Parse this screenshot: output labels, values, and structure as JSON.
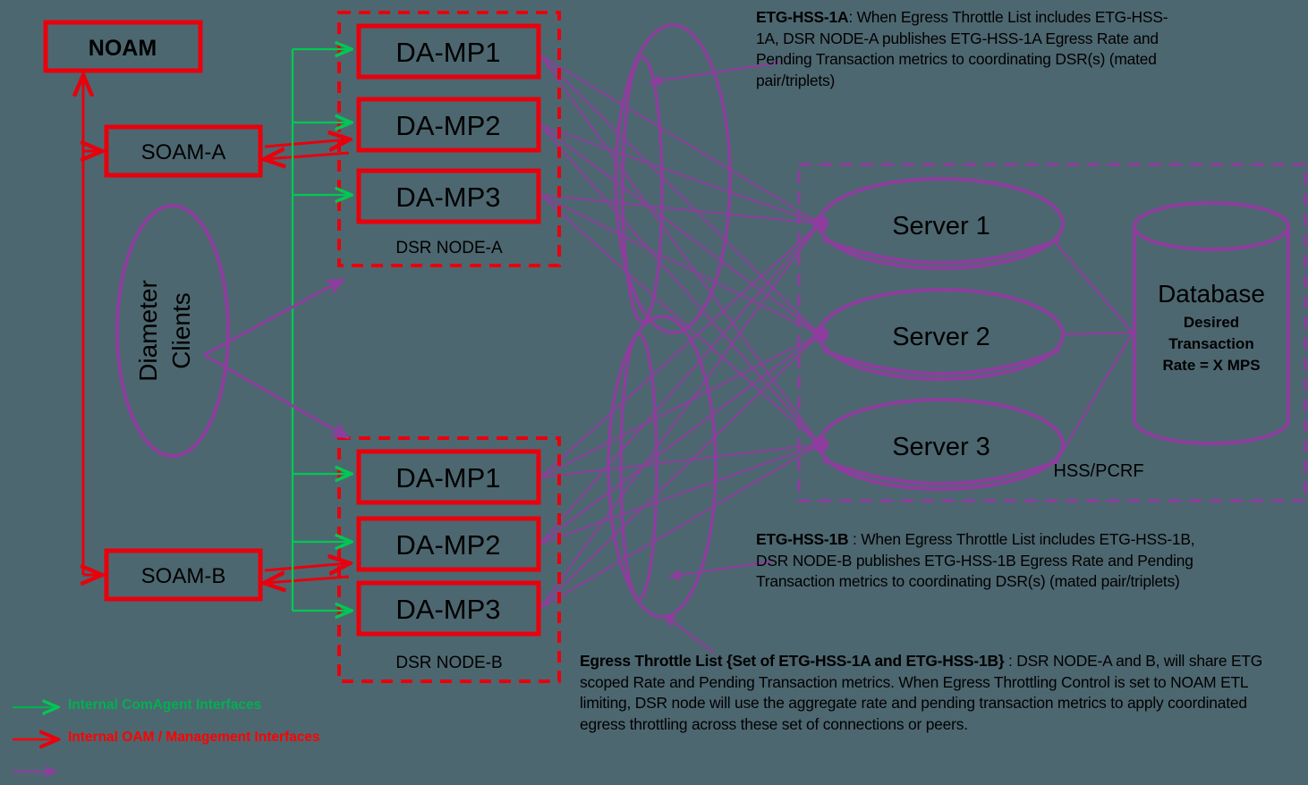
{
  "background_color": "#4d6770",
  "colors": {
    "red": "#e8000d",
    "green": "#00c853",
    "purple": "#8e3d9e",
    "text": "#000000",
    "legend_green": "#00b050",
    "legend_red": "#ff0000"
  },
  "nodes": {
    "noam": "NOAM",
    "soam_a": "SOAM-A",
    "soam_b": "SOAM-B",
    "diameter_clients": "Diameter Clients"
  },
  "dsr_node_a": {
    "label": "DSR NODE-A",
    "mps": [
      "DA-MP1",
      "DA-MP2",
      "DA-MP3"
    ]
  },
  "dsr_node_b": {
    "label": "DSR NODE-B",
    "mps": [
      "DA-MP1",
      "DA-MP2",
      "DA-MP3"
    ]
  },
  "hss_pcrf": {
    "label": "HSS/PCRF",
    "servers": [
      "Server 1",
      "Server 2",
      "Server 3"
    ],
    "database": {
      "title": "Database",
      "line1": "Desired",
      "line2": "Transaction",
      "line3": "Rate = X MPS"
    }
  },
  "notes": {
    "etg_hss_1a": {
      "bold": "ETG-HSS-1A",
      "body": ": When Egress Throttle List includes ETG-HSS-1A, DSR NODE-A publishes ETG-HSS-1A Egress Rate and Pending Transaction metrics to coordinating DSR(s) (mated pair/triplets)"
    },
    "etg_hss_1b": {
      "bold": "ETG-HSS-1B",
      "body": " : When Egress Throttle List includes ETG-HSS-1B, DSR NODE-B publishes ETG-HSS-1B Egress Rate and Pending Transaction metrics to coordinating DSR(s) (mated pair/triplets)"
    },
    "egress_throttle_list": {
      "bold": "Egress Throttle List {Set of ETG-HSS-1A and ETG-HSS-1B}",
      "body": " : DSR NODE-A and B, will share ETG scoped Rate and Pending Transaction metrics. When Egress Throttling Control is set to NOAM ETL limiting, DSR node will use the aggregate rate and pending transaction metrics to apply coordinated egress throttling across these set of connections or peers."
    }
  },
  "legend": [
    {
      "color": "#00b050",
      "label": "Internal ComAgent Interfaces"
    },
    {
      "color": "#ff0000",
      "label": "Internal OAM / Management Interfaces"
    },
    {
      "color": "#8e3d9e",
      "label": ""
    }
  ]
}
